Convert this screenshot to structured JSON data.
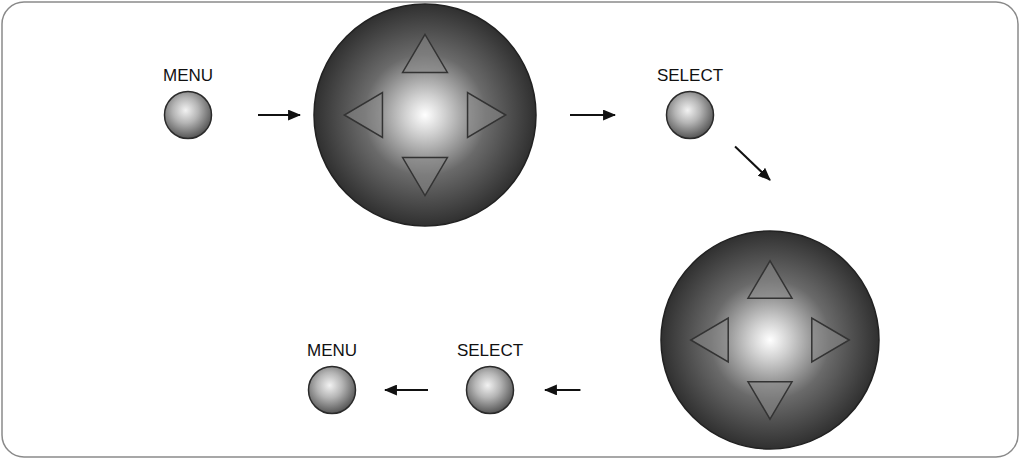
{
  "diagram": {
    "nodes": [
      {
        "text": [
          "MENU"
        ]
      },
      {
        "text": []
      },
      {
        "text": [
          "SELECT"
        ]
      },
      {
        "text": []
      },
      {
        "text": [
          "SELECT"
        ]
      },
      {
        "text": [
          "MENU"
        ]
      }
    ],
    "edges": [
      {
        "from": 0,
        "to": 1,
        "arrow": "to"
      },
      {
        "from": 1,
        "to": 2,
        "arrow": "to"
      },
      {
        "from": 2,
        "to": 3,
        "arrow": "to"
      },
      {
        "from": 3,
        "to": 4,
        "arrow": "to"
      },
      {
        "from": 4,
        "to": 5,
        "arrow": "to"
      }
    ]
  }
}
